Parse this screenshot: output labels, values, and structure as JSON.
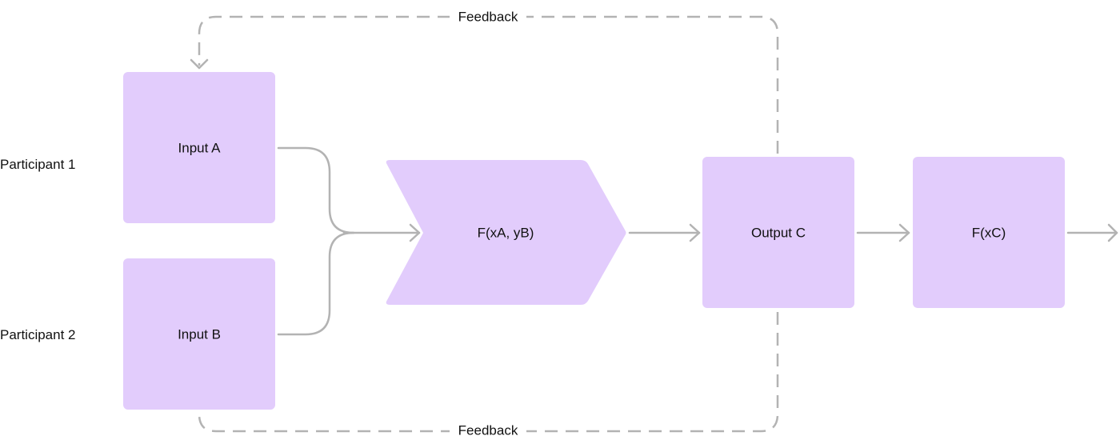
{
  "colors": {
    "node_fill": "#e2ccfc",
    "connector": "#b3b3b3",
    "text": "#111111",
    "background": "#ffffff"
  },
  "participants": [
    {
      "label": "Participant 1"
    },
    {
      "label": "Participant 2"
    }
  ],
  "nodes": {
    "input_a": {
      "label": "Input A"
    },
    "input_b": {
      "label": "Input B"
    },
    "function": {
      "label": "F(xA, yB)"
    },
    "output_c": {
      "label": "Output C"
    },
    "function_c": {
      "label": "F(xC)"
    }
  },
  "feedback": {
    "top_label": "Feedback",
    "bottom_label": "Feedback"
  }
}
